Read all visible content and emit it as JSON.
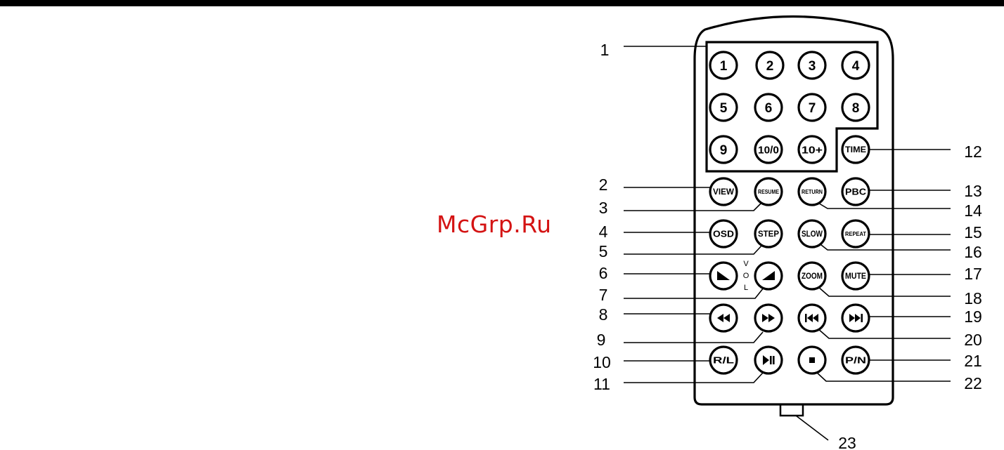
{
  "watermark": "McGrp.Ru",
  "vol_letters": [
    "V",
    "O",
    "L"
  ],
  "buttons": [
    {
      "id": "1",
      "label": "1"
    },
    {
      "id": "2",
      "label": "2"
    },
    {
      "id": "3",
      "label": "3"
    },
    {
      "id": "4",
      "label": "4"
    },
    {
      "id": "5",
      "label": "5"
    },
    {
      "id": "6",
      "label": "6"
    },
    {
      "id": "7",
      "label": "7"
    },
    {
      "id": "8",
      "label": "8"
    },
    {
      "id": "9",
      "label": "9"
    },
    {
      "id": "10/0",
      "label": "10/0"
    },
    {
      "id": "10+",
      "label": "10+"
    },
    {
      "id": "time",
      "label": "TIME"
    },
    {
      "id": "view",
      "label": "VIEW"
    },
    {
      "id": "resume",
      "label": "RESUME"
    },
    {
      "id": "return",
      "label": "RETURN"
    },
    {
      "id": "pbc",
      "label": "PBC"
    },
    {
      "id": "osd",
      "label": "OSD"
    },
    {
      "id": "step",
      "label": "STEP"
    },
    {
      "id": "slow",
      "label": "SLOW"
    },
    {
      "id": "repeat",
      "label": "REPEAT"
    },
    {
      "id": "vol-down",
      "label": "",
      "icon": "volume-down-icon"
    },
    {
      "id": "vol-up",
      "label": "",
      "icon": "volume-up-icon"
    },
    {
      "id": "zoom",
      "label": "ZOOM"
    },
    {
      "id": "mute",
      "label": "MUTE"
    },
    {
      "id": "rewind",
      "label": "",
      "icon": "rewind-icon"
    },
    {
      "id": "fast-forward",
      "label": "",
      "icon": "fast-forward-icon"
    },
    {
      "id": "previous",
      "label": "",
      "icon": "previous-track-icon"
    },
    {
      "id": "next",
      "label": "",
      "icon": "next-track-icon"
    },
    {
      "id": "r-l",
      "label": "R/L"
    },
    {
      "id": "play-pause",
      "label": "",
      "icon": "play-pause-icon"
    },
    {
      "id": "stop",
      "label": "",
      "icon": "stop-icon"
    },
    {
      "id": "p-n",
      "label": "P/N"
    }
  ],
  "callouts": [
    "1",
    "2",
    "3",
    "4",
    "5",
    "6",
    "7",
    "8",
    "9",
    "10",
    "11",
    "12",
    "13",
    "14",
    "15",
    "16",
    "17",
    "18",
    "19",
    "20",
    "21",
    "22",
    "23"
  ]
}
